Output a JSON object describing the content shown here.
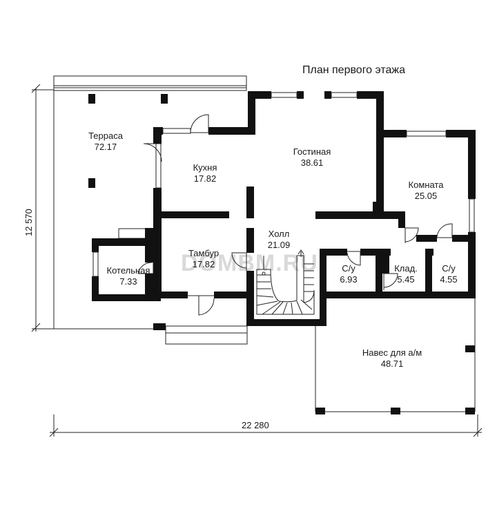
{
  "title": "План первого этажа",
  "watermark": "DOMBM.RU",
  "dimensions": {
    "width": "22 280",
    "height": "12 570"
  },
  "rooms": {
    "terrace": {
      "name": "Терраса",
      "area": "72.17"
    },
    "kitchen": {
      "name": "Кухня",
      "area": "17.82"
    },
    "living": {
      "name": "Гостиная",
      "area": "38.61"
    },
    "room": {
      "name": "Комната",
      "area": "25.05"
    },
    "hall": {
      "name": "Холл",
      "area": "21.09"
    },
    "vestibule": {
      "name": "Тамбур",
      "area": "17.82"
    },
    "boiler": {
      "name": "Котельная",
      "area": "7.33"
    },
    "wc1": {
      "name": "С/у",
      "area": "6.93"
    },
    "pantry": {
      "name": "Клад.",
      "area": "5.45"
    },
    "wc2": {
      "name": "С/у",
      "area": "4.55"
    },
    "carport": {
      "name": "Навес для а/м",
      "area": "48.71"
    }
  },
  "colors": {
    "wall": "#111111",
    "line": "#222222",
    "watermark": "#d9d9d9"
  }
}
